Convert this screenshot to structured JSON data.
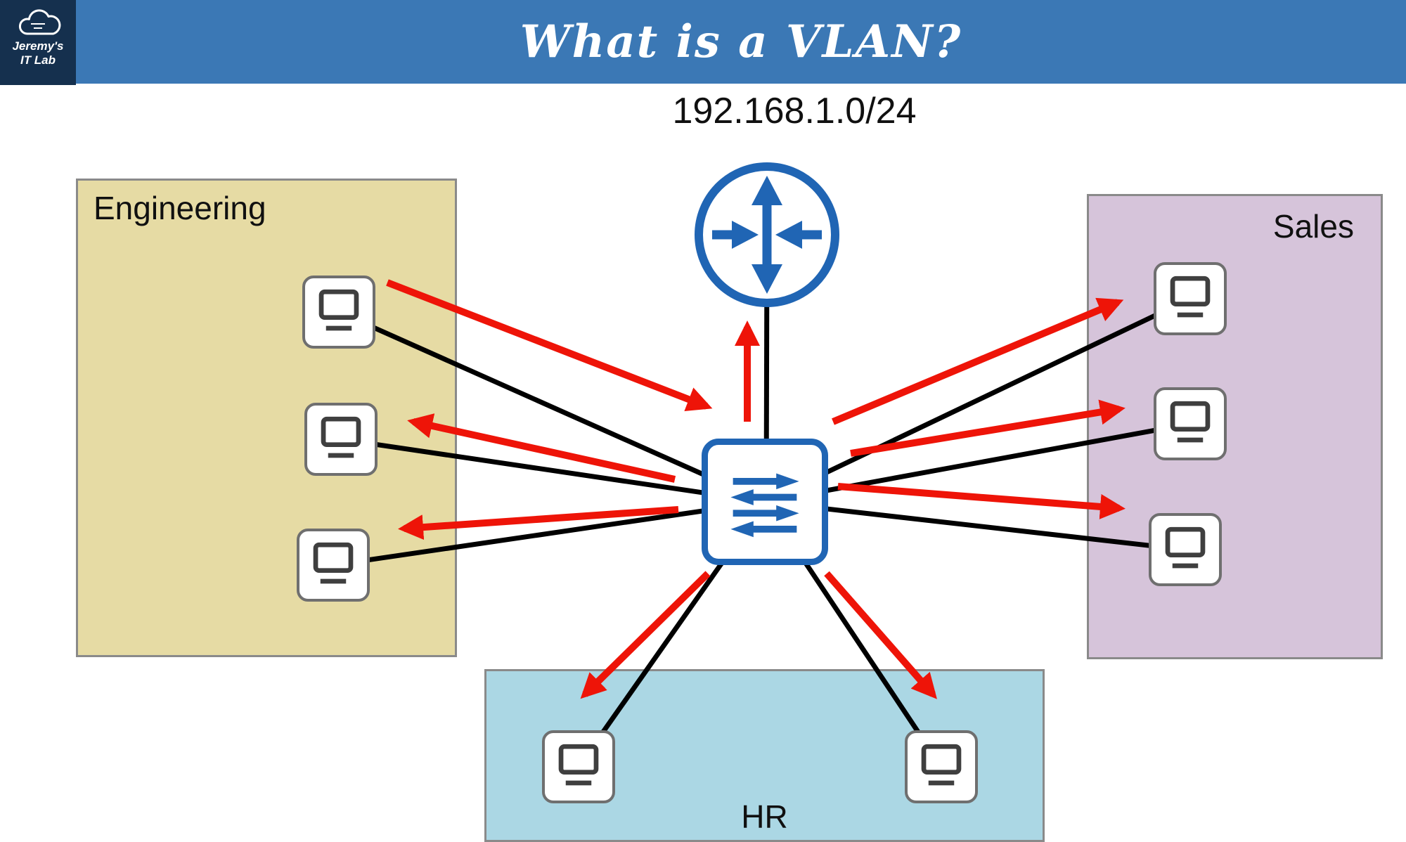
{
  "header": {
    "logo": {
      "line1": "Jeremy's",
      "line2": "IT Lab"
    },
    "title": "What is a VLAN?"
  },
  "diagram": {
    "subnet": "192.168.1.0/24",
    "groups": [
      {
        "label": "Engineering",
        "fill": "#e6dba4",
        "pc_count": 3
      },
      {
        "label": "Sales",
        "fill": "#d6c4da",
        "pc_count": 3
      },
      {
        "label": "HR",
        "fill": "#abd7e4",
        "pc_count": 2
      }
    ],
    "devices": {
      "router_count": 1,
      "switch_count": 1,
      "pc_count": 8
    },
    "colors": {
      "header_bar": "#3b78b5",
      "logo_panel": "#15304e",
      "engineering_fill": "#e6dba4",
      "sales_fill": "#d6c4da",
      "hr_fill": "#abd7e4",
      "device_blue": "#2065b4",
      "broadcast_arrow_red": "#ee1408",
      "link_black": "#000000"
    }
  }
}
